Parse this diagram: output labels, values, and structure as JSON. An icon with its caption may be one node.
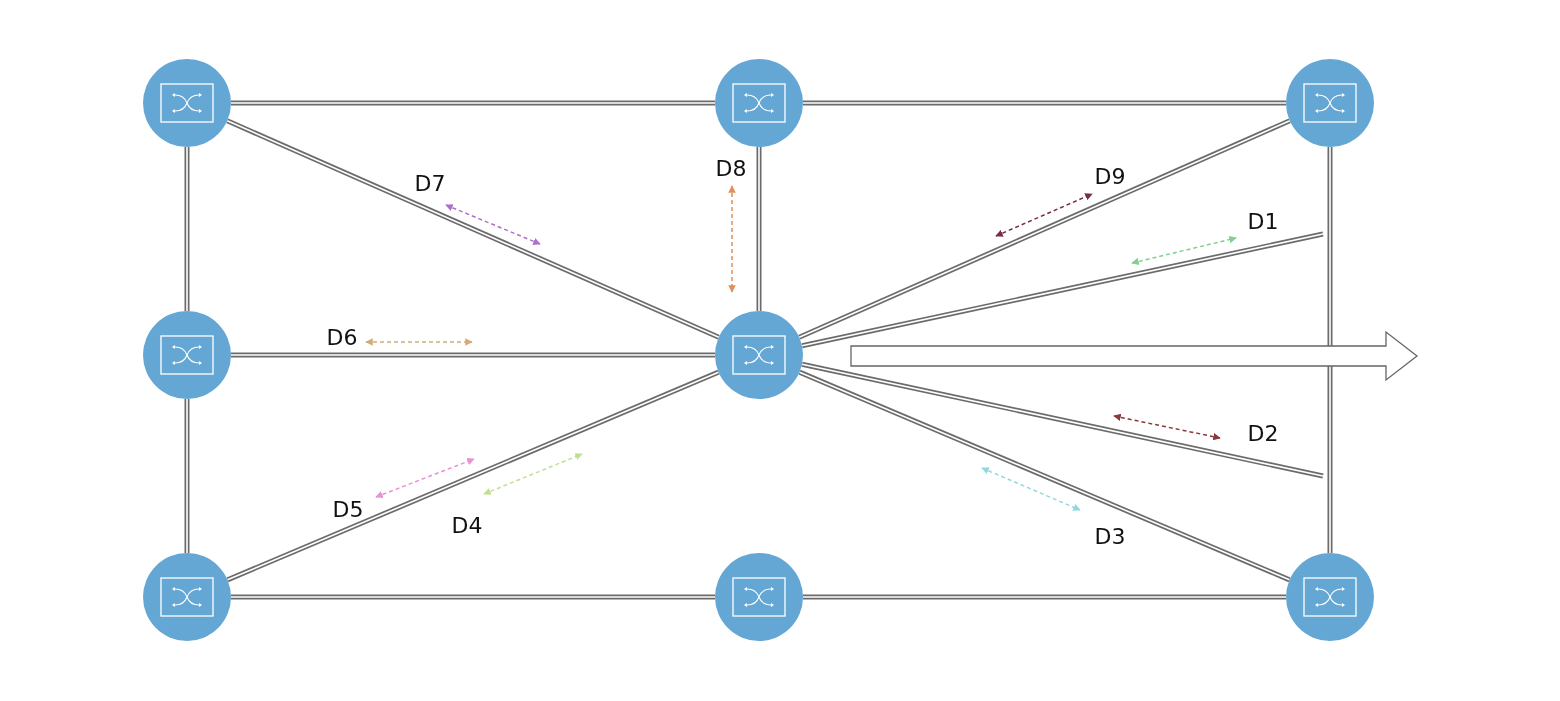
{
  "diagram": {
    "nodes": [
      {
        "text": [],
        "shape": "circle"
      },
      {
        "text": [],
        "shape": "circle"
      },
      {
        "text": [],
        "shape": "circle"
      },
      {
        "text": [],
        "shape": "circle"
      },
      {
        "text": [],
        "shape": "circle"
      },
      {
        "text": [],
        "shape": "circle"
      },
      {
        "text": [],
        "shape": "circle"
      },
      {
        "text": [],
        "shape": "circle"
      }
    ],
    "edges": [
      {
        "from": 0,
        "to": 1,
        "arrow": "none"
      },
      {
        "from": 1,
        "to": 2,
        "arrow": "none"
      },
      {
        "from": 0,
        "to": 3,
        "arrow": "none"
      },
      {
        "from": 3,
        "to": 5,
        "arrow": "none"
      },
      {
        "from": 5,
        "to": 6,
        "arrow": "none"
      },
      {
        "from": 6,
        "to": 7,
        "arrow": "none"
      },
      {
        "from": 2,
        "to": 7,
        "arrow": "none"
      },
      {
        "from": 0,
        "to": 4,
        "arrow": "none"
      },
      {
        "from": 1,
        "to": 4,
        "arrow": "none"
      },
      {
        "from": 2,
        "to": 4,
        "arrow": "none"
      },
      {
        "from": 3,
        "to": 4,
        "arrow": "none"
      },
      {
        "from": 5,
        "to": 4,
        "arrow": "none"
      },
      {
        "from": 7,
        "to": 4,
        "arrow": "none"
      },
      {
        "from": 4,
        "to": null,
        "arrow": "none"
      },
      {
        "from": 4,
        "to": null,
        "arrow": "none"
      }
    ],
    "labels": [
      "D8",
      "D9",
      "D7",
      "D1",
      "D6",
      "D2",
      "D5",
      "D4",
      "D3"
    ]
  }
}
